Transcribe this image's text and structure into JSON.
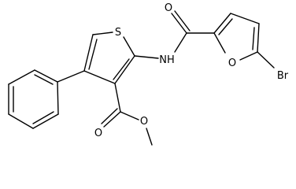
{
  "structure": {
    "atoms": {
      "sulfur": "S",
      "amide_nh": "NH",
      "amide_oxygen": "O",
      "furan_oxygen": "O",
      "bromine": "Br",
      "ester_carbonyl_oxygen": "O",
      "ester_ether_oxygen": "O"
    },
    "colors": {
      "bond": "#000000",
      "atom_label": "#000000",
      "background": "#ffffff"
    }
  }
}
